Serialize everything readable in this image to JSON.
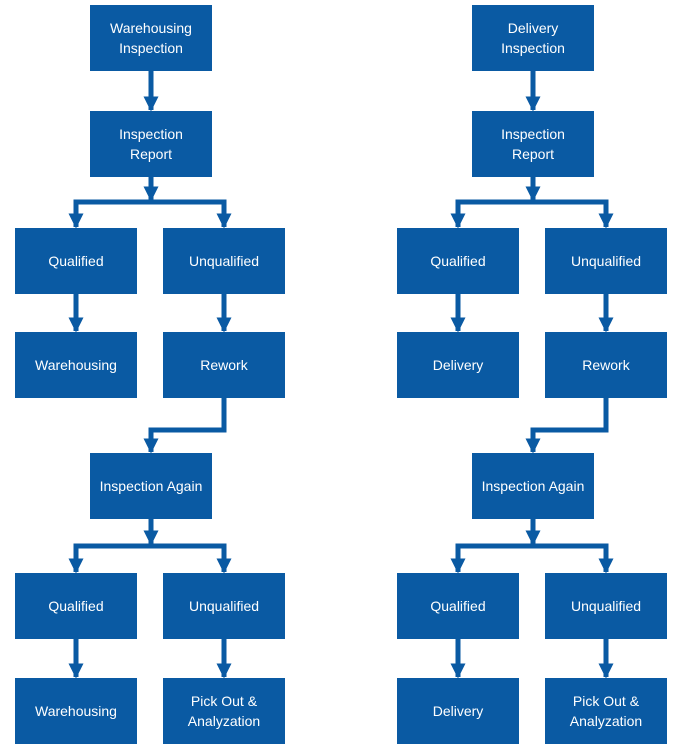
{
  "colors": {
    "box": "#0a5aa3",
    "connector": "#0a5aa3",
    "text": "#ffffff"
  },
  "flowcharts": [
    {
      "nodes": {
        "start": "Warehousing\nInspection",
        "report": "Inspection\nReport",
        "qualified1": "Qualified",
        "unqualified1": "Unqualified",
        "pass1": "Warehousing",
        "rework": "Rework",
        "again": "Inspection Again",
        "qualified2": "Qualified",
        "unqualified2": "Unqualified",
        "pass2": "Warehousing",
        "pickout": "Pick Out &\nAnalyzation"
      }
    },
    {
      "nodes": {
        "start": "Delivery\nInspection",
        "report": "Inspection\nReport",
        "qualified1": "Qualified",
        "unqualified1": "Unqualified",
        "pass1": "Delivery",
        "rework": "Rework",
        "again": "Inspection Again",
        "qualified2": "Qualified",
        "unqualified2": "Unqualified",
        "pass2": "Delivery",
        "pickout": "Pick Out &\nAnalyzation"
      }
    }
  ]
}
